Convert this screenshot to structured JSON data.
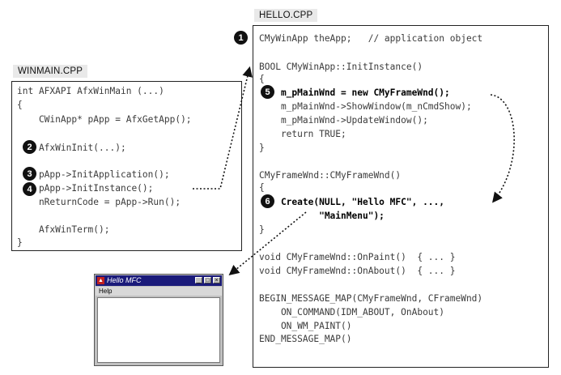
{
  "winmain": {
    "filename": "WINMAIN.CPP",
    "lines": [
      "int AFXAPI AfxWinMain (...)",
      "{",
      "    CWinApp* pApp = AfxGetApp();",
      "",
      "    AfxWinInit(...);",
      "",
      "    pApp->InitApplication();",
      "    pApp->InitInstance();",
      "    nReturnCode = pApp->Run();",
      "",
      "    AfxWinTerm();",
      "}"
    ]
  },
  "hello": {
    "filename": "HELLO.CPP",
    "lines": [
      "CMyWinApp theApp;   // application object",
      "",
      "BOOL CMyWinApp::InitInstance()",
      "{",
      "    m_pMainWnd = new CMyFrameWnd();",
      "    m_pMainWnd->ShowWindow(m_nCmdShow);",
      "    m_pMainWnd->UpdateWindow();",
      "    return TRUE;",
      "}",
      "",
      "CMyFrameWnd::CMyFrameWnd()",
      "{",
      "    Create(NULL, \"Hello MFC\", ...,",
      "           \"MainMenu\");",
      "}",
      "",
      "void CMyFrameWnd::OnPaint()  { ... }",
      "void CMyFrameWnd::OnAbout()  { ... }",
      "",
      "BEGIN_MESSAGE_MAP(CMyFrameWnd, CFrameWnd)",
      "    ON_COMMAND(IDM_ABOUT, OnAbout)",
      "    ON_WM_PAINT()",
      "END_MESSAGE_MAP()"
    ]
  },
  "markers": [
    "1",
    "2",
    "3",
    "4",
    "5",
    "6"
  ],
  "mini_window": {
    "title": "Hello MFC",
    "menu": "Help",
    "app_icon_glyph": "▲",
    "buttons": [
      "_",
      "□",
      "×"
    ]
  }
}
